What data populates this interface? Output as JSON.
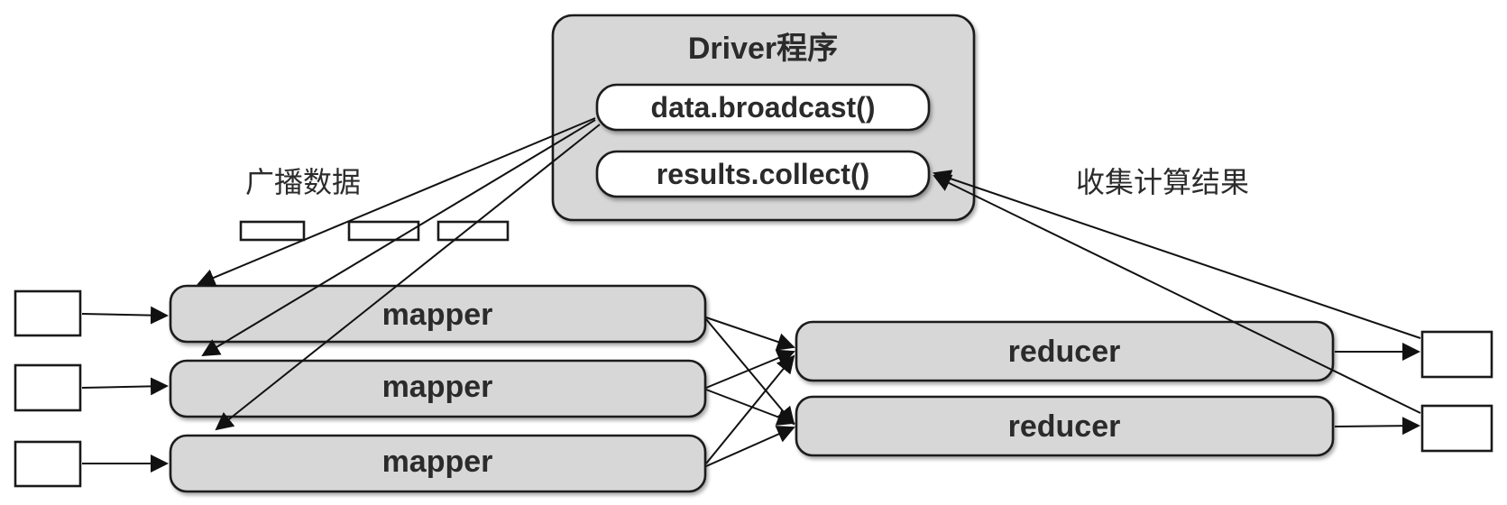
{
  "driver": {
    "title": "Driver程序",
    "broadcast_call": "data.broadcast()",
    "collect_call": "results.collect()"
  },
  "labels": {
    "broadcast_data": "广播数据",
    "collect_results": "收集计算结果"
  },
  "mappers": [
    {
      "label": "mapper"
    },
    {
      "label": "mapper"
    },
    {
      "label": "mapper"
    }
  ],
  "reducers": [
    {
      "label": "reducer"
    },
    {
      "label": "reducer"
    }
  ],
  "colors": {
    "box_fill": "#d7d7d7",
    "stroke": "#1a1a1a",
    "text": "#2b2b2b"
  }
}
